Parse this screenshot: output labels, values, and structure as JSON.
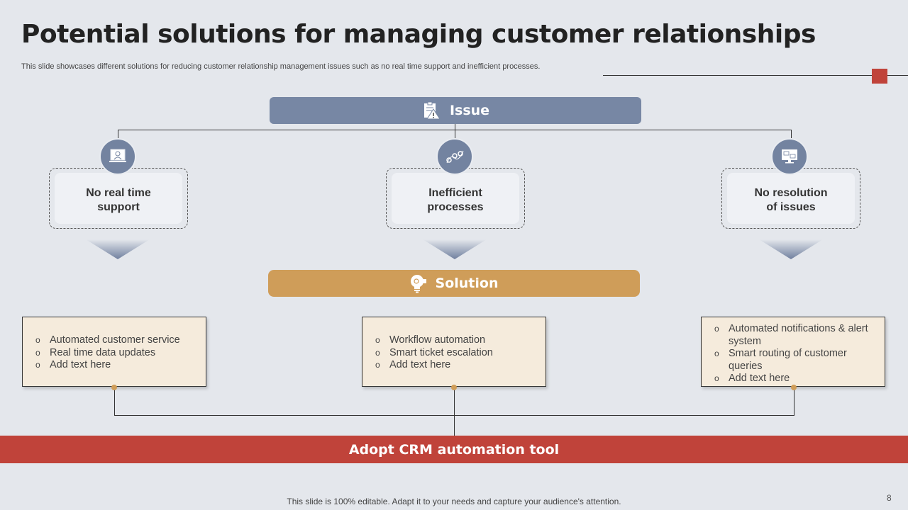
{
  "title": "Potential solutions for managing customer relationships",
  "subtitle": "This slide showcases different solutions for reducing customer relationship management issues such as no real time support and inefficient processes.",
  "issue_header": {
    "label": "Issue",
    "icon": "clipboard-warning-icon"
  },
  "issues": [
    {
      "label": "No real time support",
      "icon": "laptop-support-agent-icon"
    },
    {
      "label": "Inefficient processes",
      "icon": "gears-workflow-icon"
    },
    {
      "label": "No resolution of issues",
      "icon": "monitor-dashboard-icon"
    }
  ],
  "solution_header": {
    "label": "Solution",
    "icon": "lightbulb-gear-icon"
  },
  "solutions": [
    {
      "items": [
        "Automated customer service",
        "Real time data updates",
        "Add text here"
      ]
    },
    {
      "items": [
        "Workflow automation",
        "Smart ticket escalation",
        "Add text here"
      ]
    },
    {
      "items": [
        "Automated notifications & alert system",
        "Smart routing of customer queries",
        "Add text here"
      ]
    }
  ],
  "conclusion": "Adopt CRM automation tool",
  "footer": "This slide is 100% editable. Adapt it to your needs and capture your audience's attention.",
  "page_number": "8",
  "colors": {
    "issue": "#7787a4",
    "solution": "#cf9d59",
    "accent": "#c0433a",
    "solution_box": "#f5ebdc"
  }
}
